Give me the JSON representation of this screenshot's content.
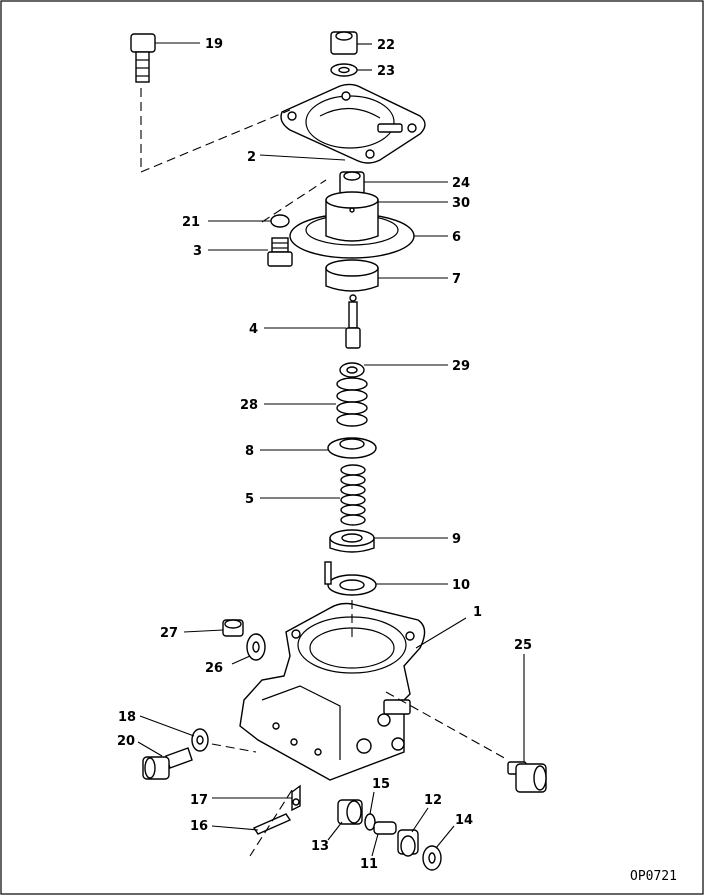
{
  "diagram": {
    "drawing_code": "OP0721",
    "callouts": [
      "19",
      "22",
      "23",
      "2",
      "24",
      "30",
      "21",
      "6",
      "3",
      "7",
      "4",
      "29",
      "28",
      "8",
      "5",
      "9",
      "10",
      "1",
      "27",
      "25",
      "26",
      "18",
      "20",
      "15",
      "12",
      "14",
      "17",
      "16",
      "13",
      "11"
    ]
  }
}
